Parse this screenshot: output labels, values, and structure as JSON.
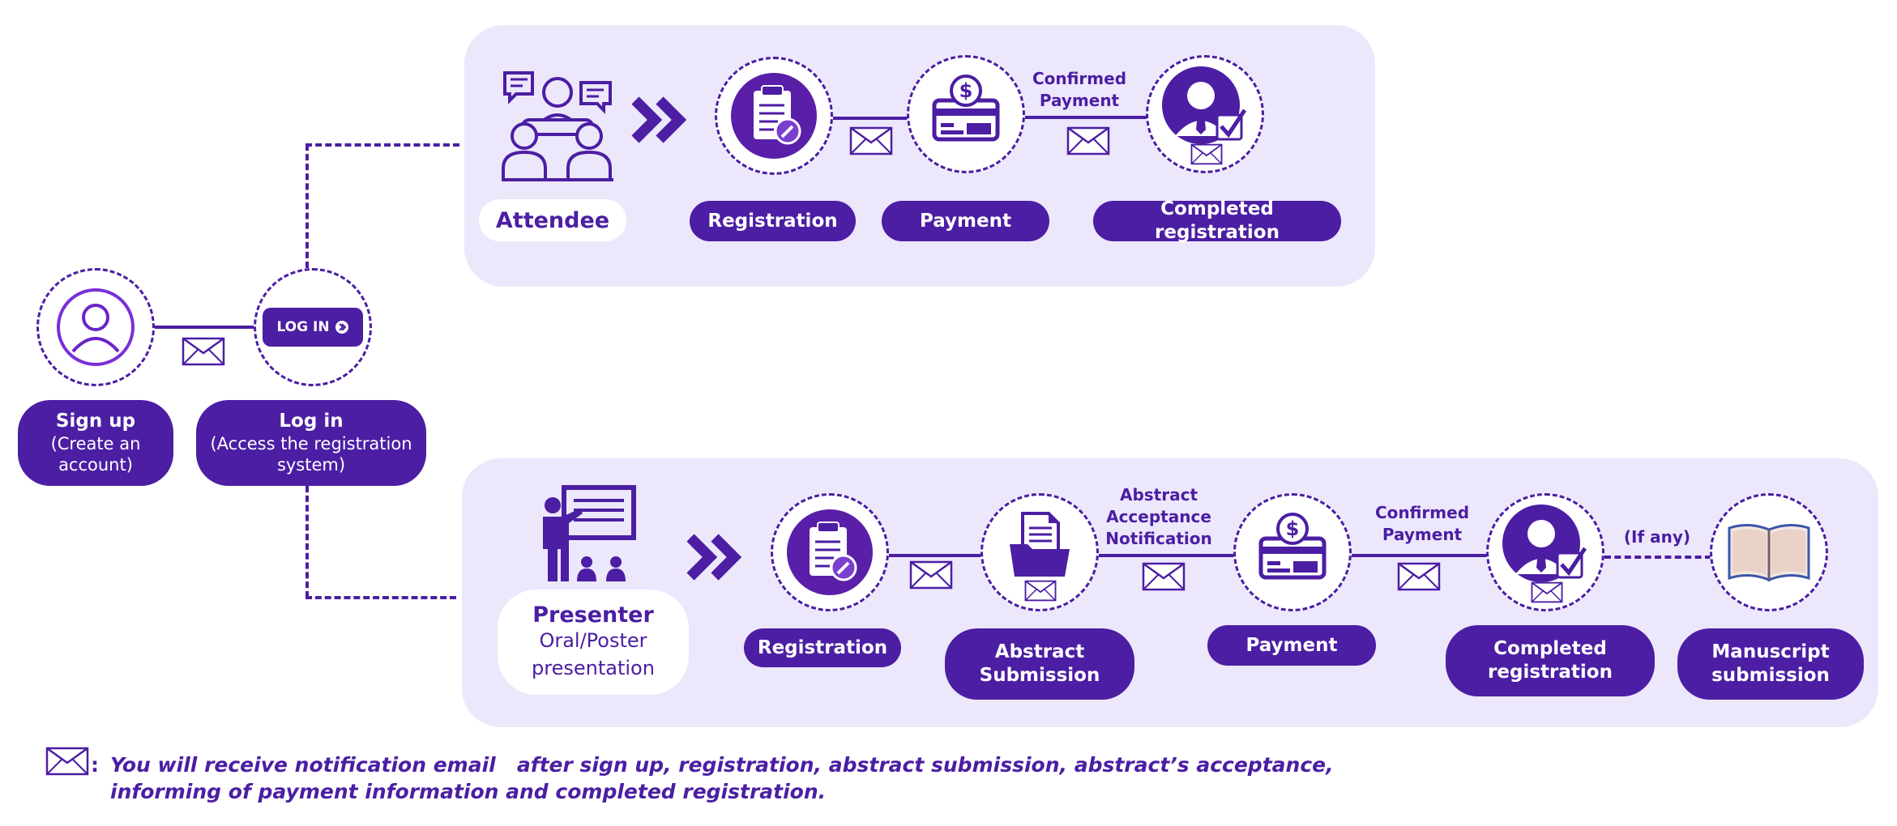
{
  "colors": {
    "primary": "#4b1ea3",
    "panel": "#ede7fb",
    "white": "#ffffff"
  },
  "start": {
    "signup_icon": "user-icon",
    "login_button_text": "LOG IN",
    "signup_title": "Sign up",
    "signup_sub": "(Create an account)",
    "login_title": "Log in",
    "login_sub": "(Access the registration system)"
  },
  "attendee": {
    "role_label": "Attendee",
    "role_icon": "meeting-group-icon",
    "notes": {
      "confirmed_payment": "Confirmed Payment"
    },
    "steps": [
      {
        "label": "Registration",
        "icon": "clipboard-icon"
      },
      {
        "label": "Payment",
        "icon": "payment-card-icon"
      },
      {
        "label": "Completed registration",
        "icon": "verified-user-icon"
      }
    ]
  },
  "presenter": {
    "role_title": "Presenter",
    "role_sub": "Oral/Poster presentation",
    "role_icon": "presenter-board-icon",
    "notes": {
      "abstract_acceptance": "Abstract Acceptance Notification",
      "confirmed_payment": "Confirmed Payment",
      "if_any": "(If any)"
    },
    "steps": [
      {
        "label": "Registration",
        "icon": "clipboard-icon"
      },
      {
        "label": "Abstract Submission",
        "icon": "document-folder-icon"
      },
      {
        "label": "Payment",
        "icon": "payment-card-icon"
      },
      {
        "label": "Completed registration",
        "icon": "verified-user-icon"
      },
      {
        "label": "Manuscript submission",
        "icon": "open-book-icon"
      }
    ]
  },
  "footer": {
    "icon": "envelope-icon",
    "colon": ":",
    "line1": "You will receive notification email   after sign up, registration, abstract submission, abstract’s acceptance,",
    "line2": "informing of payment information and completed registration."
  }
}
